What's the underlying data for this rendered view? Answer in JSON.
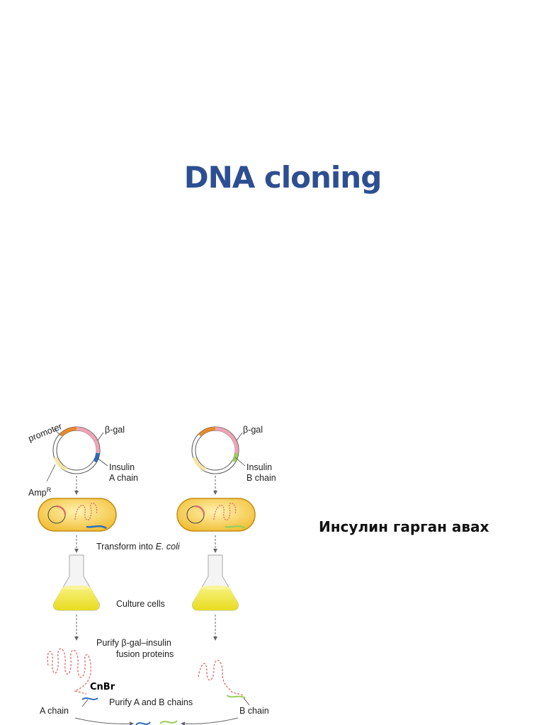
{
  "slide": {
    "title": "DNA cloning",
    "caption": "Инсулин гарган авах"
  },
  "diagram": {
    "labels": {
      "promoter": "promoter",
      "beta_gal_left": "β-gal",
      "beta_gal_right": "β-gal",
      "insulin_a_line1": "Insulin",
      "insulin_a_line2": "A chain",
      "insulin_b_line1": "Insulin",
      "insulin_b_line2": "B chain",
      "amp_r": "Amp",
      "amp_r_sup": "R",
      "transform": "Transform into",
      "transform_species": "E. coli",
      "culture": "Culture cells",
      "purify_fusion_line1": "Purify β-gal–insulin",
      "purify_fusion_line2": "fusion proteins",
      "cnbr": "CnBr",
      "a_chain": "A chain",
      "purify_ab": "Purify A and B chains",
      "b_chain": "B chain"
    },
    "colors": {
      "promoter": "#e8892a",
      "beta_gal": "#f0a3b6",
      "insulin_a": "#2b6fbf",
      "insulin_b": "#9ccf5a",
      "amp_r": "#f5e6a2",
      "cell": "#f2c233",
      "culture": "#f0e34a",
      "fusion_protein": "#e06b6b"
    }
  }
}
